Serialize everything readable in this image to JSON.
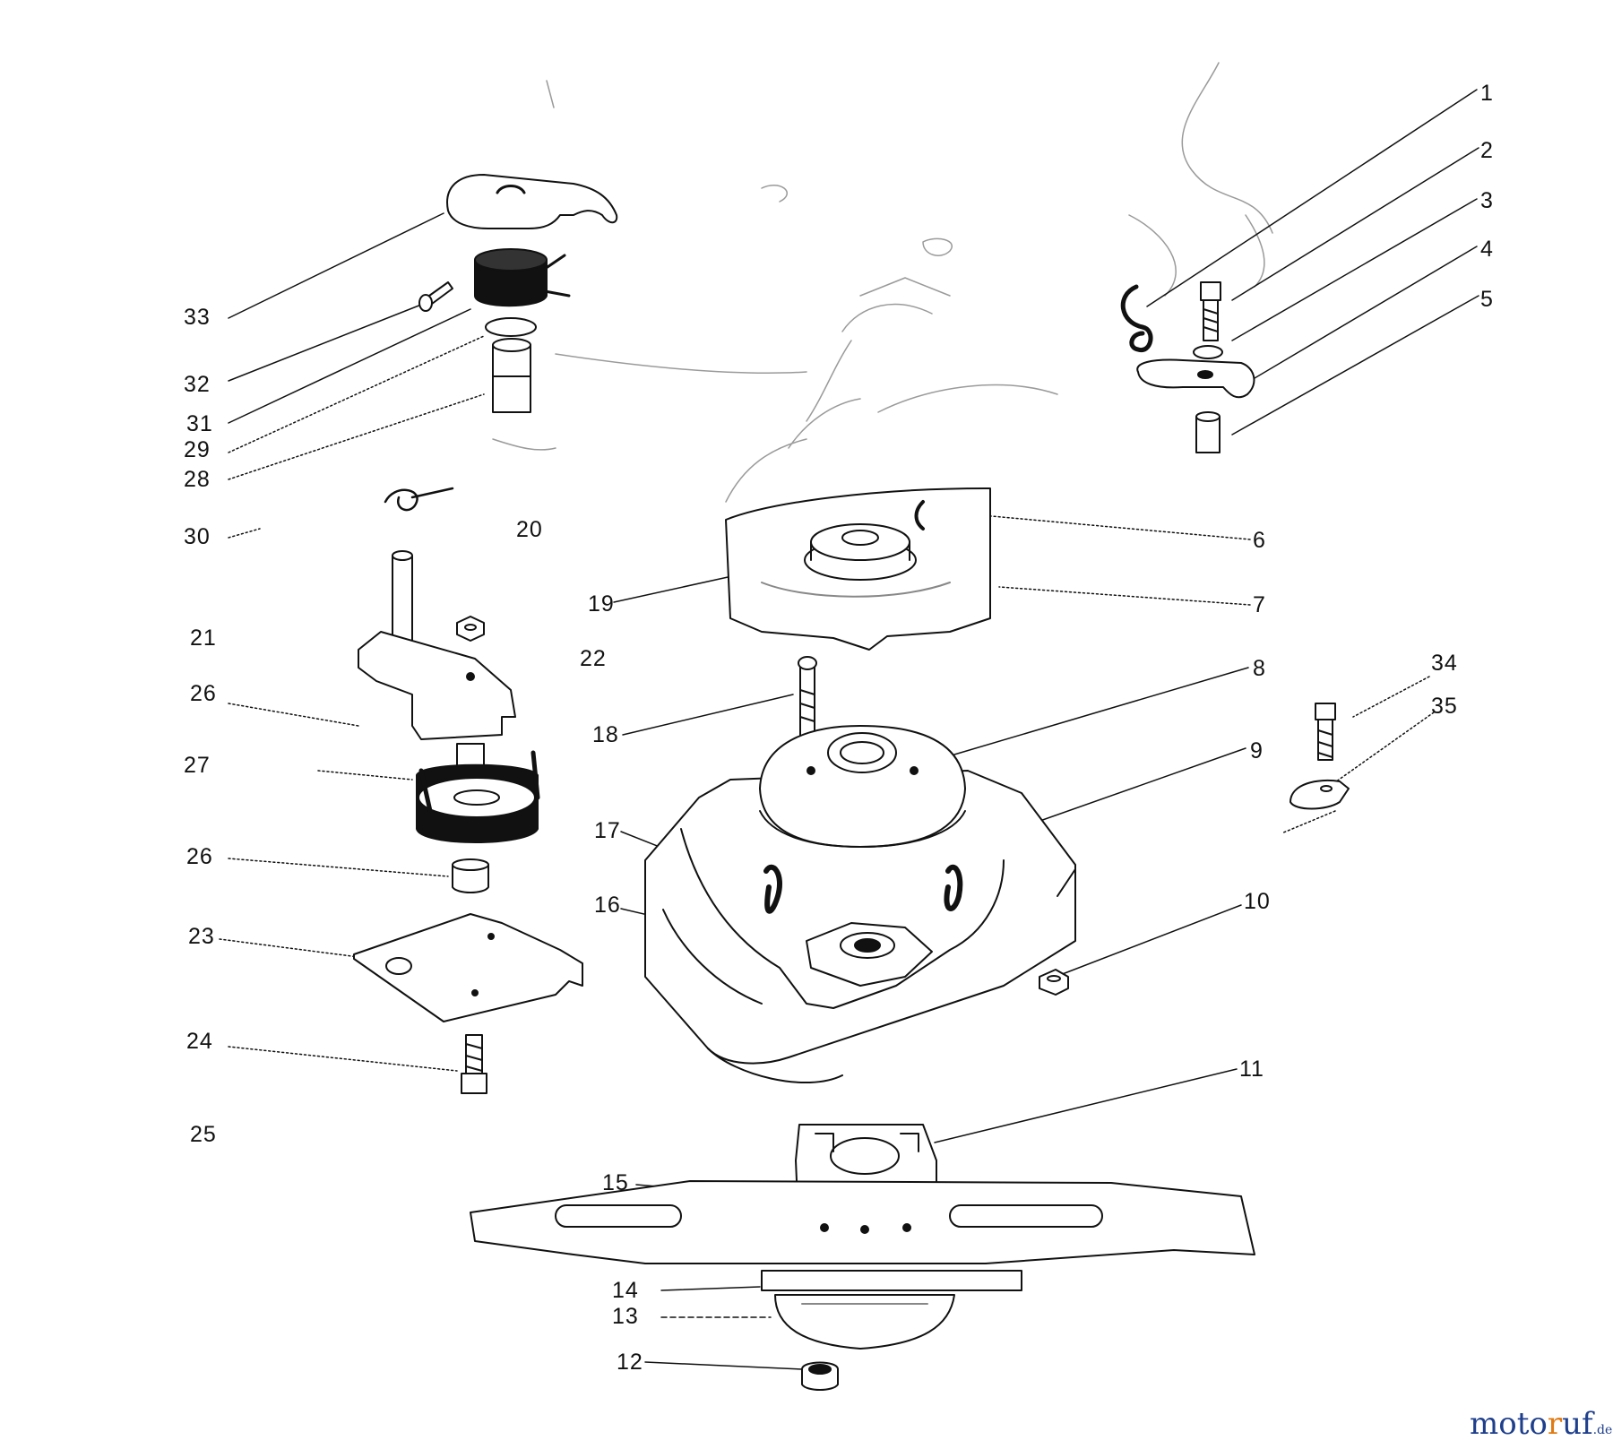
{
  "parts": [
    {
      "id": "1",
      "name": "Part 1"
    },
    {
      "id": "2",
      "name": "Part 2"
    },
    {
      "id": "3",
      "name": "Part 3"
    },
    {
      "id": "4",
      "name": "Part 4"
    },
    {
      "id": "5",
      "name": "Part 5"
    },
    {
      "id": "6",
      "name": "Part 6"
    },
    {
      "id": "7",
      "name": "Part 7"
    },
    {
      "id": "8",
      "name": "Part 8"
    },
    {
      "id": "9",
      "name": "Part 9"
    },
    {
      "id": "10",
      "name": "Part 10"
    },
    {
      "id": "11",
      "name": "Part 11"
    },
    {
      "id": "12",
      "name": "Part 12"
    },
    {
      "id": "13",
      "name": "Part 13"
    },
    {
      "id": "14",
      "name": "Part 14"
    },
    {
      "id": "15",
      "name": "Part 15"
    },
    {
      "id": "16",
      "name": "Part 16"
    },
    {
      "id": "17",
      "name": "Part 17"
    },
    {
      "id": "18",
      "name": "Part 18"
    },
    {
      "id": "19",
      "name": "Part 19"
    },
    {
      "id": "20",
      "name": "Part 20"
    },
    {
      "id": "21",
      "name": "Part 21"
    },
    {
      "id": "22",
      "name": "Part 22"
    },
    {
      "id": "23",
      "name": "Part 23"
    },
    {
      "id": "24",
      "name": "Part 24"
    },
    {
      "id": "25",
      "name": "Part 25"
    },
    {
      "id": "26",
      "name": "Part 26 (upper)"
    },
    {
      "id": "26",
      "name": "Part 26 (lower)"
    },
    {
      "id": "27",
      "name": "Part 27"
    },
    {
      "id": "28",
      "name": "Part 28"
    },
    {
      "id": "29",
      "name": "Part 29"
    },
    {
      "id": "30",
      "name": "Part 30"
    },
    {
      "id": "31",
      "name": "Part 31"
    },
    {
      "id": "32",
      "name": "Part 32"
    },
    {
      "id": "33",
      "name": "Part 33"
    },
    {
      "id": "34",
      "name": "Part 34"
    },
    {
      "id": "35",
      "name": "Part 35"
    }
  ],
  "watermark": {
    "part1": "moto",
    "part2": "r",
    "part3": "uf",
    "part4": ".de"
  },
  "colors": {
    "ink": "#111111",
    "paper": "#ffffff",
    "wm_blue": "#1e3f8c",
    "wm_orange": "#e07a12"
  }
}
